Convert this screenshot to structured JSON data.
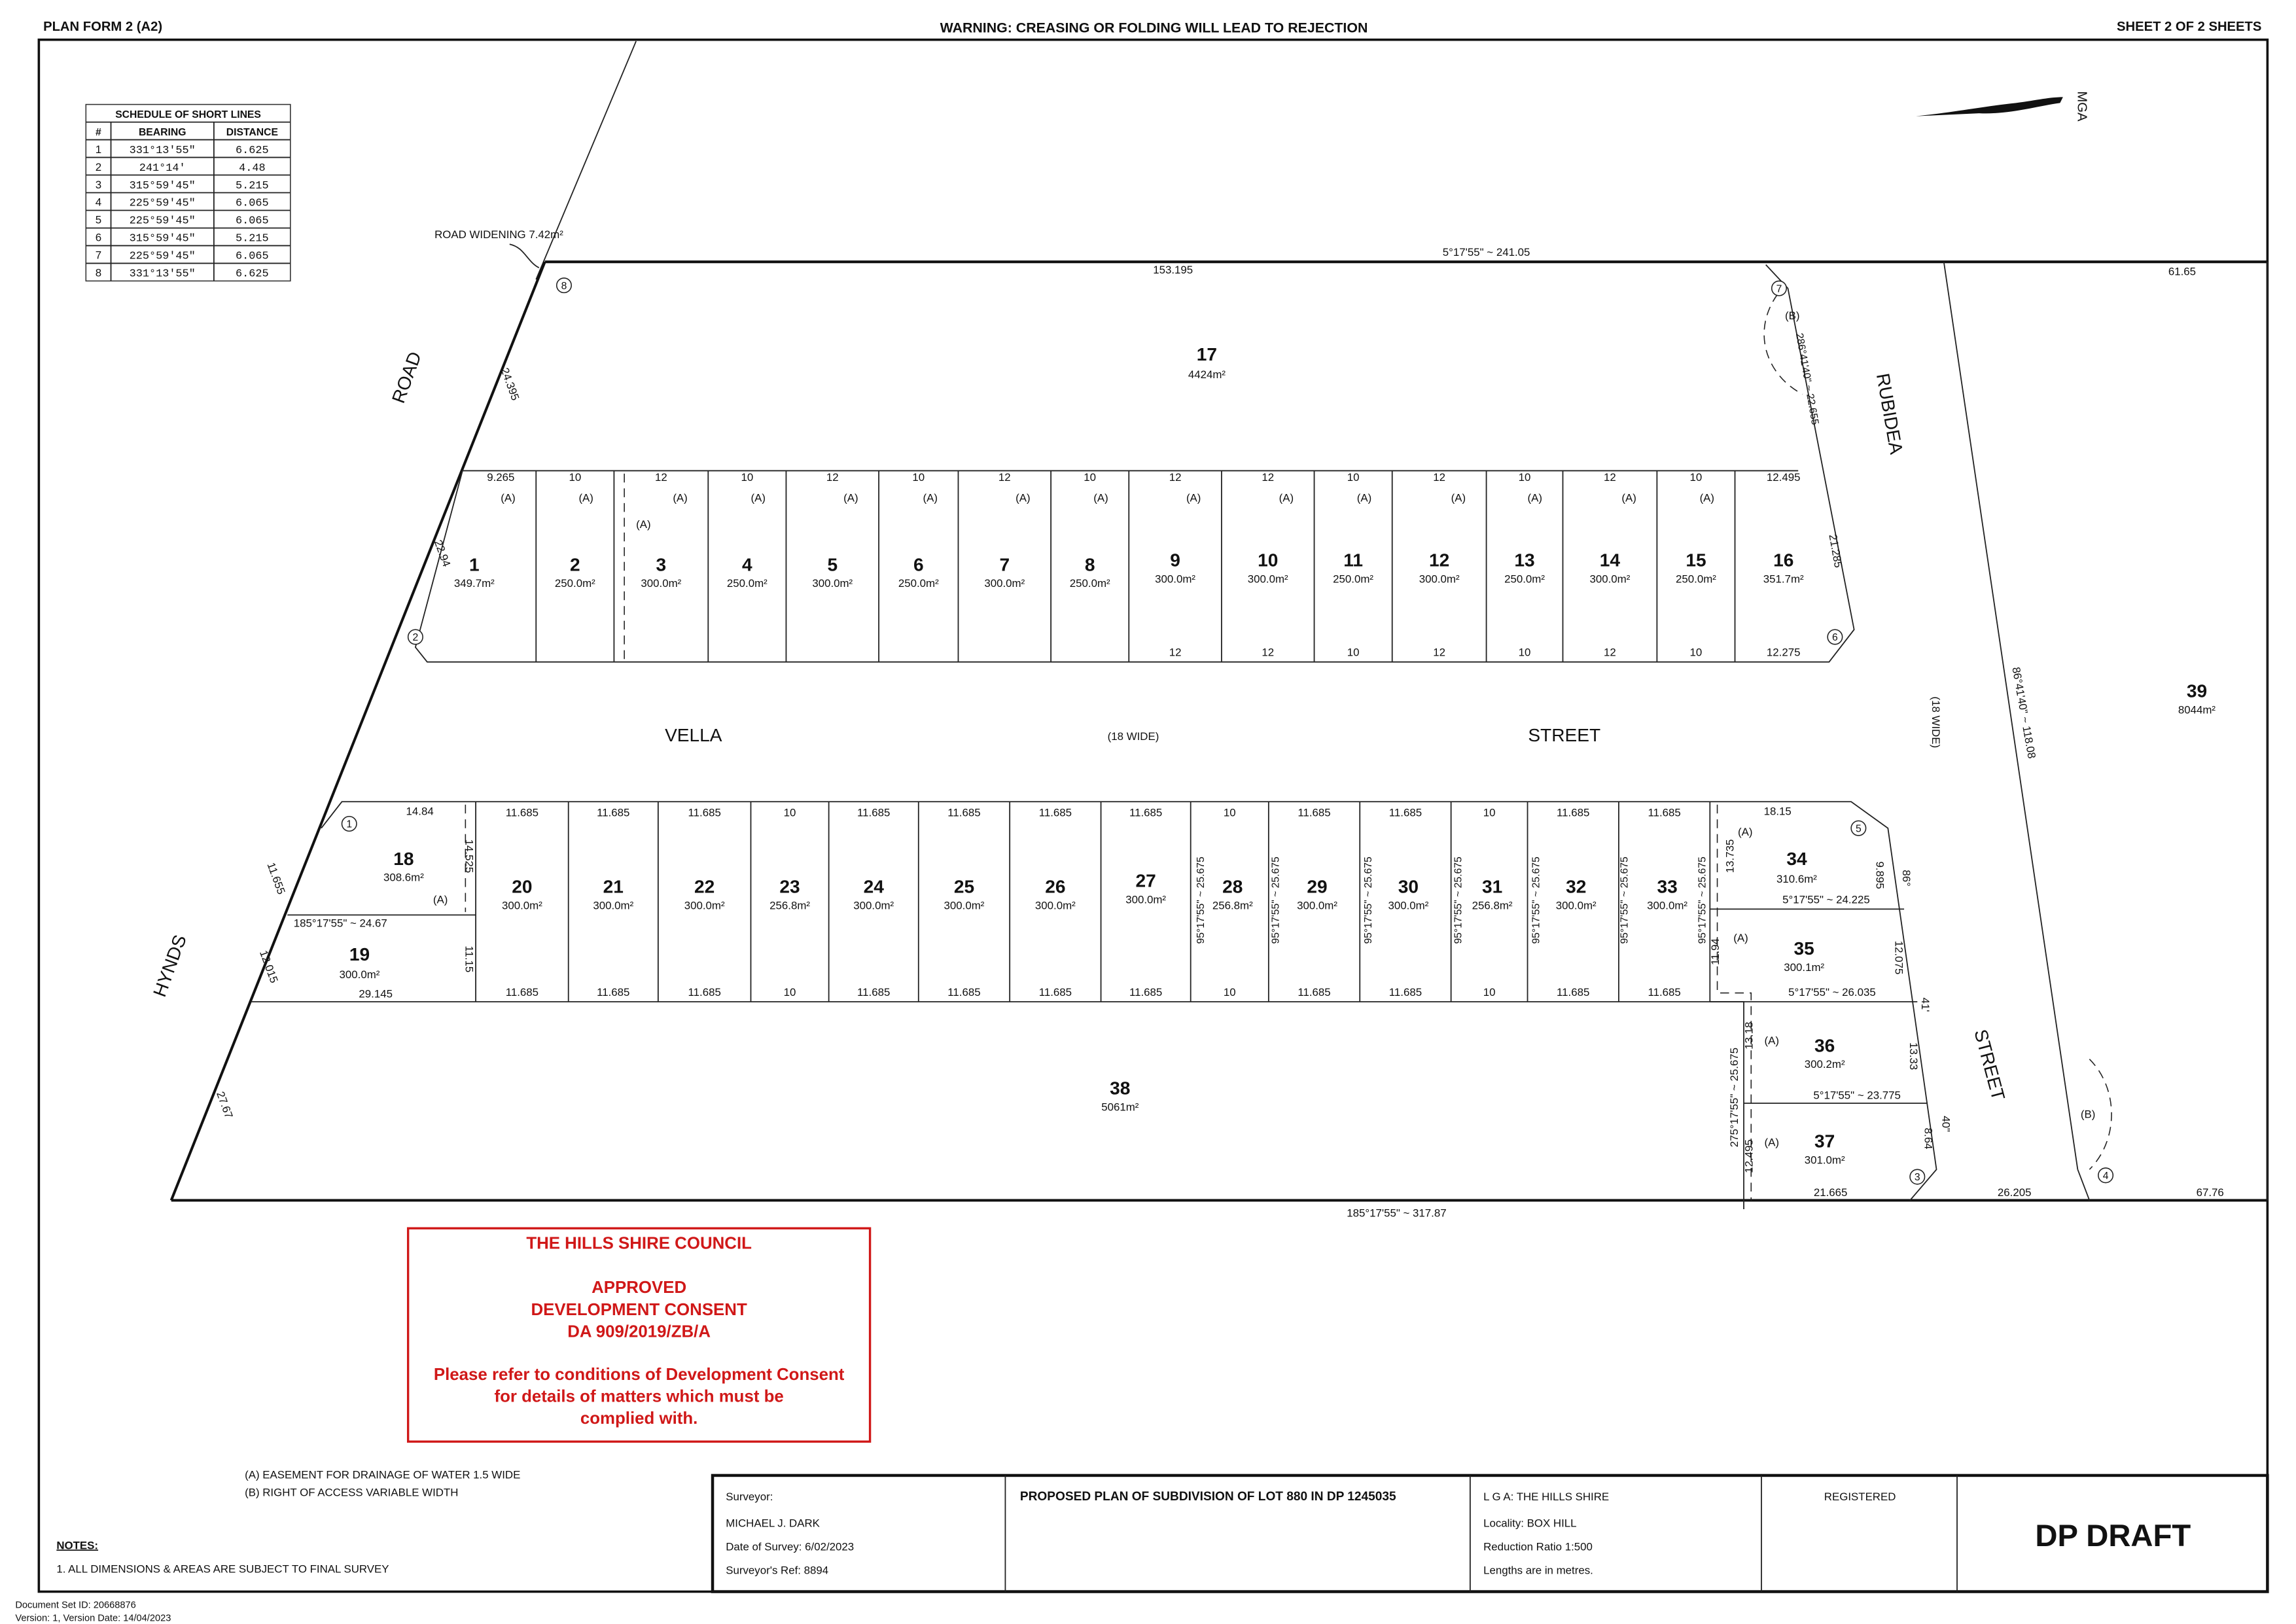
{
  "header": {
    "plan_form": "PLAN FORM 2  (A2)",
    "warning": "WARNING: CREASING OR FOLDING WILL LEAD TO REJECTION",
    "sheet": "SHEET  2  OF  2  SHEETS"
  },
  "north": "MGA",
  "short_lines": {
    "title": "SCHEDULE OF SHORT LINES",
    "headers": [
      "#",
      "BEARING",
      "DISTANCE"
    ],
    "rows": [
      [
        "1",
        "331°13'55\"",
        "6.625"
      ],
      [
        "2",
        "241°14'",
        "4.48"
      ],
      [
        "3",
        "315°59'45\"",
        "5.215"
      ],
      [
        "4",
        "225°59'45\"",
        "6.065"
      ],
      [
        "5",
        "225°59'45\"",
        "6.065"
      ],
      [
        "6",
        "315°59'45\"",
        "5.215"
      ],
      [
        "7",
        "225°59'45\"",
        "6.065"
      ],
      [
        "8",
        "331°13'55\"",
        "6.625"
      ]
    ]
  },
  "top_lots": [
    {
      "n": "1",
      "area": "349.7m²",
      "top": "9.265"
    },
    {
      "n": "2",
      "area": "250.0m²",
      "top": "10"
    },
    {
      "n": "3",
      "area": "300.0m²",
      "top": "12"
    },
    {
      "n": "4",
      "area": "250.0m²",
      "top": "10"
    },
    {
      "n": "5",
      "area": "300.0m²",
      "top": "12"
    },
    {
      "n": "6",
      "area": "250.0m²",
      "top": "10"
    },
    {
      "n": "7",
      "area": "300.0m²",
      "top": "12"
    },
    {
      "n": "8",
      "area": "250.0m²",
      "top": "10"
    },
    {
      "n": "9",
      "area": "300.0m²",
      "top": "12",
      "bottom": "12"
    },
    {
      "n": "10",
      "area": "300.0m²",
      "top": "12",
      "bottom": "12"
    },
    {
      "n": "11",
      "area": "250.0m²",
      "top": "10",
      "bottom": "10"
    },
    {
      "n": "12",
      "area": "300.0m²",
      "top": "12",
      "bottom": "12"
    },
    {
      "n": "13",
      "area": "250.0m²",
      "top": "10",
      "bottom": "10"
    },
    {
      "n": "14",
      "area": "300.0m²",
      "top": "12",
      "bottom": "12"
    },
    {
      "n": "15",
      "area": "250.0m²",
      "top": "10",
      "bottom": "10"
    },
    {
      "n": "16",
      "area": "351.7m²",
      "top": "12.495",
      "bottom": "12.275"
    }
  ],
  "bottom_lots": [
    {
      "n": "20",
      "area": "300.0m²",
      "top": "11.685",
      "bottom": "11.685"
    },
    {
      "n": "21",
      "area": "300.0m²",
      "top": "11.685",
      "bottom": "11.685"
    },
    {
      "n": "22",
      "area": "300.0m²",
      "top": "11.685",
      "bottom": "11.685"
    },
    {
      "n": "23",
      "area": "256.8m²",
      "top": "10",
      "bottom": "10"
    },
    {
      "n": "24",
      "area": "300.0m²",
      "top": "11.685",
      "bottom": "11.685"
    },
    {
      "n": "25",
      "area": "300.0m²",
      "top": "11.685",
      "bottom": "11.685"
    },
    {
      "n": "26",
      "area": "300.0m²",
      "top": "11.685",
      "bottom": "11.685"
    },
    {
      "n": "27",
      "area": "300.0m²",
      "top": "11.685",
      "bottom": "11.685"
    },
    {
      "n": "28",
      "area": "256.8m²",
      "top": "10",
      "bottom": "10"
    },
    {
      "n": "29",
      "area": "300.0m²",
      "top": "11.685",
      "bottom": "11.685"
    },
    {
      "n": "30",
      "area": "300.0m²",
      "top": "11.685",
      "bottom": "11.685"
    },
    {
      "n": "31",
      "area": "256.8m²",
      "top": "10",
      "bottom": "10"
    },
    {
      "n": "32",
      "area": "300.0m²",
      "top": "11.685",
      "bottom": "11.685"
    },
    {
      "n": "33",
      "area": "300.0m²",
      "top": "11.685",
      "bottom": "11.685"
    }
  ],
  "side_bearing": "95°17'55\" ~ 25.675",
  "other_lots": [
    {
      "n": "17",
      "area": "4424m²"
    },
    {
      "n": "18",
      "area": "308.6m²"
    },
    {
      "n": "19",
      "area": "300.0m²"
    },
    {
      "n": "34",
      "area": "310.6m²"
    },
    {
      "n": "35",
      "area": "300.1m²"
    },
    {
      "n": "36",
      "area": "300.2m²"
    },
    {
      "n": "37",
      "area": "301.0m²"
    },
    {
      "n": "38",
      "area": "5061m²"
    },
    {
      "n": "39",
      "area": "8044m²"
    }
  ],
  "labels": [
    "ROAD WIDENING 7.42m²",
    "5°17'55\" ~ 241.05",
    "153.195",
    "61.65",
    "ROAD",
    "24.395",
    "22.94",
    "RUBIDEA",
    "286°41'40\" ~ 22.655",
    "21.285",
    "VELLA",
    "(18 WIDE)",
    "STREET",
    "(18 WIDE)",
    "86°41'40\" ~ 118.08",
    "HYNDS",
    "11.655",
    "12.015",
    "27.67",
    "14.84",
    "14.525",
    "185°17'55\" ~ 24.67",
    "11.15",
    "29.145",
    "18.15",
    "13.735",
    "9.895",
    "86°",
    "5°17'55\" ~ 24.225",
    "11.94",
    "12.075",
    "5°17'55\" ~ 26.035",
    "41'",
    "STREET",
    "275°17'55\" ~ 25.675",
    "13.18",
    "13.33",
    "5°17'55\" ~ 23.775",
    "8.64",
    "40\"",
    "12.495",
    "21.665",
    "26.205",
    "67.76",
    "185°17'55\" ~ 317.87"
  ],
  "markers": [
    "1",
    "2",
    "3",
    "4",
    "5",
    "6",
    "7",
    "8"
  ],
  "easement_tag": "(A)",
  "access_tag": "(B)",
  "stamp": {
    "color": "#d01818",
    "lines": [
      "THE HILLS SHIRE COUNCIL",
      "APPROVED",
      "DEVELOPMENT CONSENT",
      "DA 909/2019/ZB/A",
      "Please refer to conditions of Development Consent",
      "for details of matters which must be",
      "complied with."
    ]
  },
  "legend": [
    "(A) EASEMENT FOR DRAINAGE OF WATER 1.5 WIDE",
    "(B) RIGHT OF ACCESS VARIABLE WIDTH"
  ],
  "notes": {
    "title": "NOTES:",
    "items": [
      "1.  ALL DIMENSIONS & AREAS ARE SUBJECT TO FINAL SURVEY"
    ]
  },
  "title_block": {
    "surveyor_label": "Surveyor:",
    "surveyor": "MICHAEL J. DARK",
    "date": "Date of Survey:  6/02/2023",
    "ref": "Surveyor's Ref:  8894",
    "plan_title": "PROPOSED PLAN  OF SUBDIVISION OF LOT 880 IN DP 1245035",
    "lga": "L G A:      THE HILLS SHIRE",
    "locality": "Locality:  BOX HILL",
    "ratio": "Reduction Ratio  1:500",
    "lengths": "Lengths are in metres.",
    "registered": "REGISTERED",
    "status": "DP DRAFT"
  },
  "footer": [
    "Document Set ID: 20668876",
    "Version: 1, Version Date: 14/04/2023"
  ]
}
